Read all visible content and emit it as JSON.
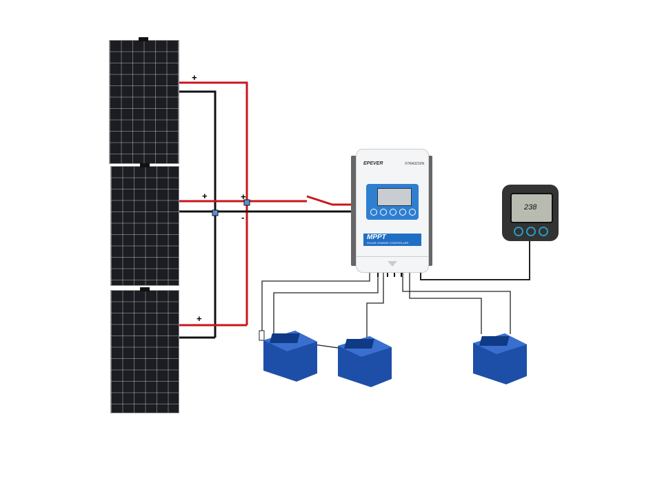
{
  "labels": {
    "p1_plus": "+",
    "p2_plus": "+",
    "junction_plus": "+",
    "junction_minus": "-",
    "p3_plus": "+"
  },
  "controller": {
    "brand": "EPEVER",
    "model": "XTRA3210N",
    "title": "MPPT",
    "subtitle": "SOLAR CHARGE CONTROLLER"
  },
  "remote_meter": {
    "reading": "238"
  },
  "colors": {
    "positive": "#c8161d",
    "negative": "#111111",
    "connector": "#5b8fd0",
    "controller_accent": "#1f6fc5"
  }
}
